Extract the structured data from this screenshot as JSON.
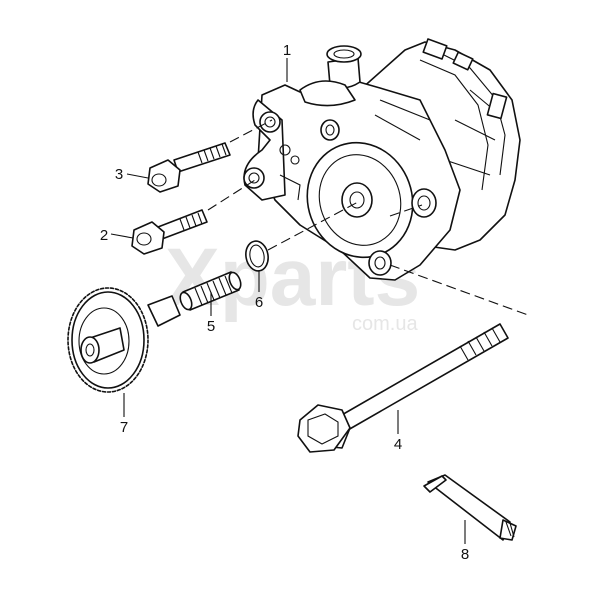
{
  "watermark": {
    "brand": "Xparts",
    "domain": "com.ua",
    "color": "#e6e6e6"
  },
  "callouts": [
    {
      "id": "1",
      "label": "1"
    },
    {
      "id": "2",
      "label": "2"
    },
    {
      "id": "3",
      "label": "3"
    },
    {
      "id": "4",
      "label": "4"
    },
    {
      "id": "5",
      "label": "5"
    },
    {
      "id": "6",
      "label": "6"
    },
    {
      "id": "7",
      "label": "7"
    },
    {
      "id": "8",
      "label": "8"
    }
  ],
  "colors": {
    "line": "#111111",
    "fill": "#ffffff",
    "background": "#ffffff"
  }
}
